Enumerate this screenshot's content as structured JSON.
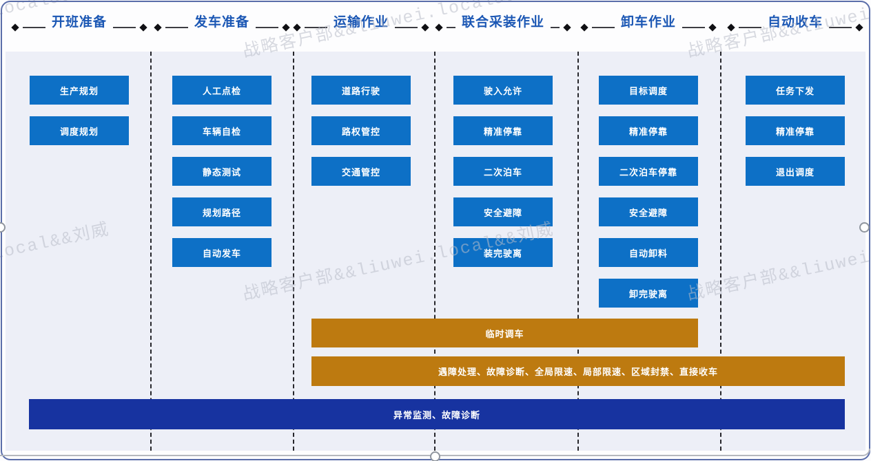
{
  "columns": [
    {
      "header": "开班准备",
      "boxes": [
        "生产规划",
        "调度规划"
      ]
    },
    {
      "header": "发车准备",
      "boxes": [
        "人工点检",
        "车辆自检",
        "静态测试",
        "规划路径",
        "自动发车"
      ]
    },
    {
      "header": "运输作业",
      "boxes": [
        "道路行驶",
        "路权管控",
        "交通管控"
      ]
    },
    {
      "header": "联合采装作业",
      "boxes": [
        "驶入允许",
        "精准停靠",
        "二次泊车",
        "安全避障",
        "装完驶离"
      ]
    },
    {
      "header": "卸车作业",
      "boxes": [
        "目标调度",
        "精准停靠",
        "二次泊车停靠",
        "安全避障",
        "自动卸料",
        "卸完驶离"
      ]
    },
    {
      "header": "自动收车",
      "boxes": [
        "任务下发",
        "精准停靠",
        "退出调度"
      ]
    }
  ],
  "bars": [
    {
      "label": "临时调车",
      "style": "orange"
    },
    {
      "label": "遇障处理、故障诊断、全局限速、局部限速、区域封禁、直接收车",
      "style": "orange"
    },
    {
      "label": "异常监测、故障诊断",
      "style": "navy"
    }
  ],
  "watermark": {
    "text": "战略客户部&&liuwei.local&&刘威"
  },
  "colors": {
    "process_box": "#0d70c6",
    "exception_bar": "#bd7a10",
    "monitor_bar": "#1733a0",
    "header_text": "#1b57b4",
    "panel_bg": "#edeff7",
    "frame_border": "#5a6da9",
    "watermark": "#b9bdc9"
  }
}
